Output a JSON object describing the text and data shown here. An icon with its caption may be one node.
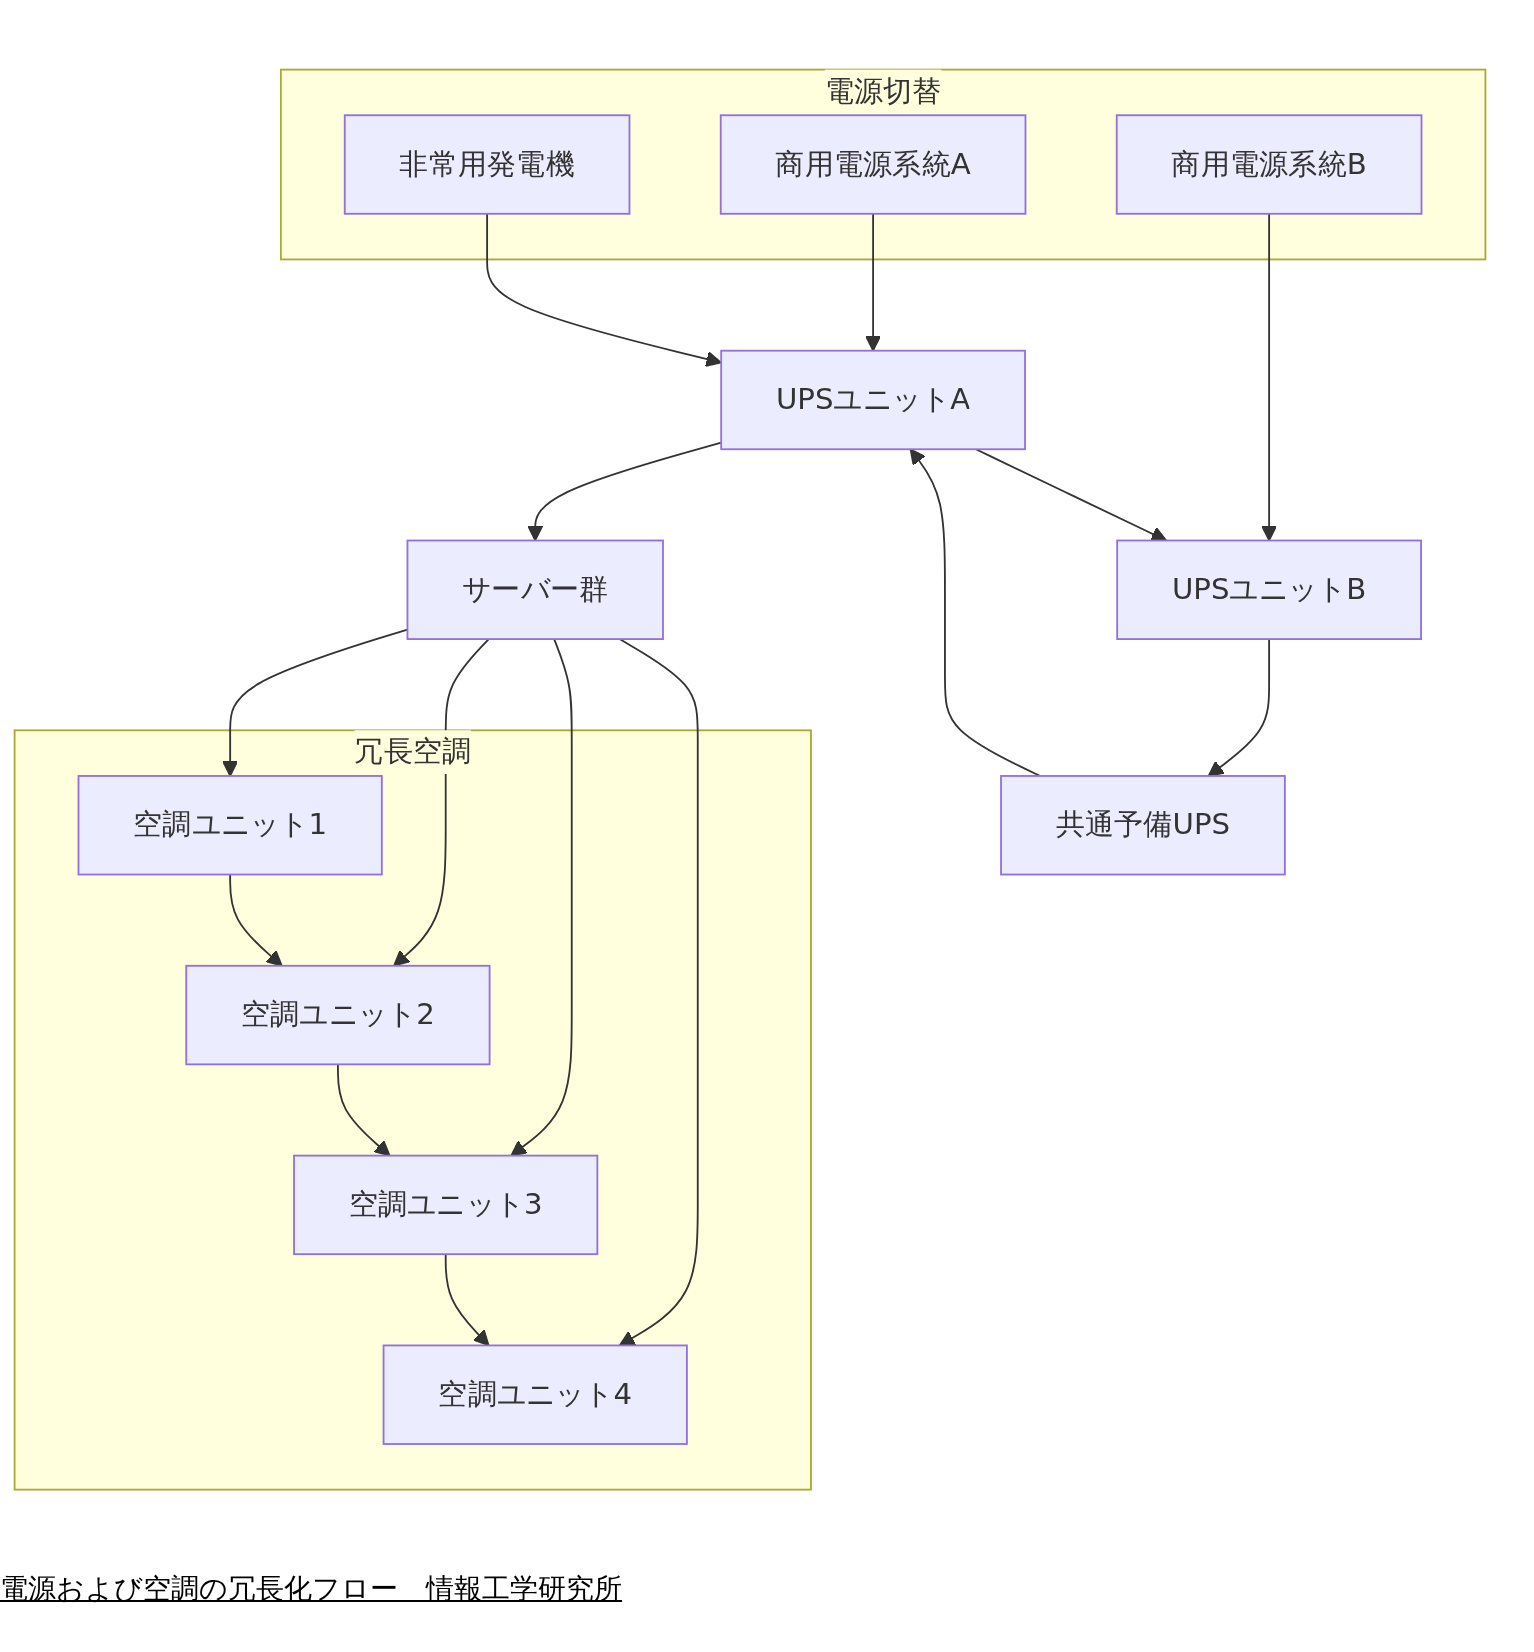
{
  "diagram": {
    "caption": "電源および空調の冗長化フロー　情報工学研究所",
    "nodes": [
      {
        "text": [
          "電源切替"
        ]
      },
      {
        "text": [
          "商用電源系統A"
        ],
        "in": 0
      },
      {
        "text": [
          "非常用発電機"
        ],
        "in": 0
      },
      {
        "text": [
          "商用電源系統B"
        ],
        "in": 0
      },
      {
        "text": [
          "UPSユニットA"
        ]
      },
      {
        "text": [
          "サーバー群"
        ]
      },
      {
        "text": [
          "UPSユニットB"
        ]
      },
      {
        "text": [
          "共通予備UPS"
        ]
      },
      {
        "text": [
          "冗長空調"
        ]
      },
      {
        "text": [
          "空調ユニット1"
        ],
        "in": 8
      },
      {
        "text": [
          "空調ユニット2"
        ],
        "in": 8
      },
      {
        "text": [
          "空調ユニット3"
        ],
        "in": 8
      },
      {
        "text": [
          "空調ユニット4"
        ],
        "in": 8
      }
    ],
    "edges": [
      {
        "from": 1,
        "to": 4,
        "arrow": "to"
      },
      {
        "from": 2,
        "to": 4,
        "arrow": "to"
      },
      {
        "from": 3,
        "to": 6,
        "arrow": "to"
      },
      {
        "from": 4,
        "to": 5,
        "arrow": "to"
      },
      {
        "from": 4,
        "to": 6,
        "arrow": "to"
      },
      {
        "from": 6,
        "to": 7,
        "arrow": "to"
      },
      {
        "from": 7,
        "to": 4,
        "arrow": "to"
      },
      {
        "from": 5,
        "to": 9,
        "arrow": "to"
      },
      {
        "from": 5,
        "to": 10,
        "arrow": "to"
      },
      {
        "from": 5,
        "to": 11,
        "arrow": "to"
      },
      {
        "from": 5,
        "to": 12,
        "arrow": "to"
      },
      {
        "from": 9,
        "to": 10,
        "arrow": "to"
      },
      {
        "from": 10,
        "to": 11,
        "arrow": "to"
      },
      {
        "from": 11,
        "to": 12,
        "arrow": "to"
      }
    ]
  }
}
